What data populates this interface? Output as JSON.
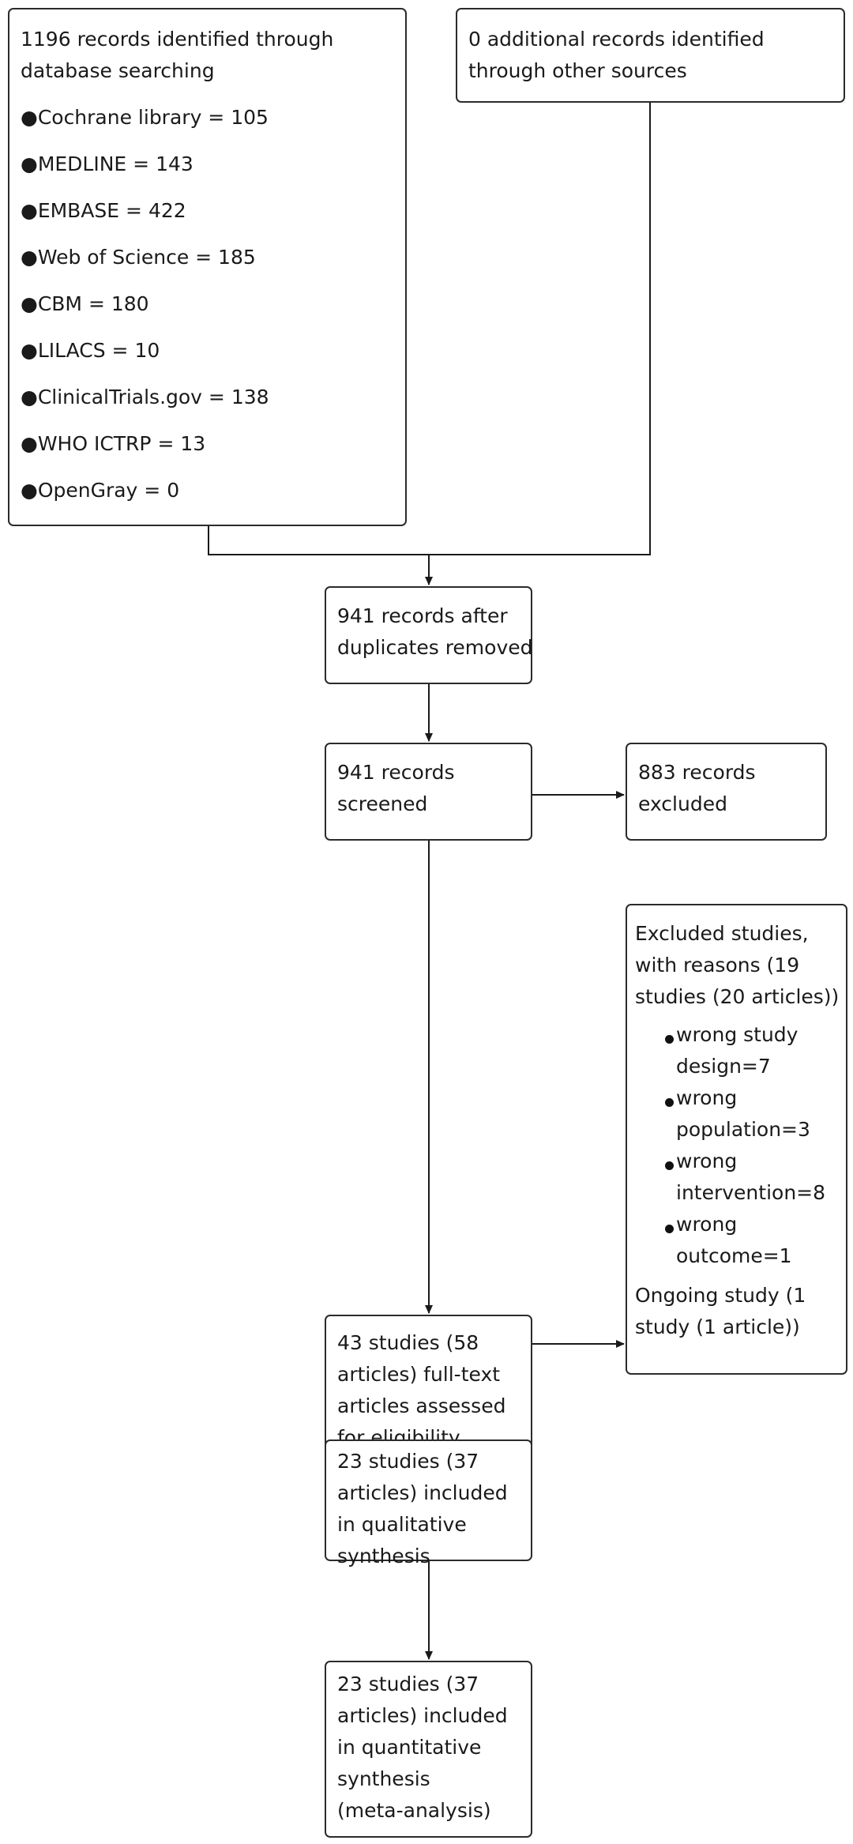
{
  "search_box": {
    "title_lines": [
      "1196 records identified through",
      "database searching"
    ],
    "items": [
      "●Cochrane library = 105",
      "●MEDLINE = 143",
      "●EMBASE = 422",
      "●Web of Science = 185",
      "●CBM = 180",
      "●LILACS = 10",
      "●ClinicalTrials.gov = 138",
      "●WHO ICTRP = 13",
      "●OpenGray = 0"
    ]
  },
  "other_sources": {
    "lines": [
      "0 additional records identified",
      "through other sources"
    ]
  },
  "duplicates_removed": {
    "lines": [
      "941 records after",
      "duplicates removed"
    ]
  },
  "screened": {
    "lines": [
      "941 records",
      "screened"
    ]
  },
  "excluded_records": {
    "lines": [
      "883 records",
      "excluded"
    ]
  },
  "fulltext": {
    "lines": [
      "43 studies (58",
      "articles) full-text",
      "articles assessed",
      "for eligibility"
    ]
  },
  "excluded_studies": {
    "header_lines": [
      "Excluded studies,",
      "with reasons (19",
      "studies (20 articles))"
    ],
    "reasons": [
      [
        "wrong study",
        "design=7"
      ],
      [
        "wrong",
        "population=3"
      ],
      [
        "wrong",
        "intervention=8"
      ],
      [
        "wrong",
        "outcome=1"
      ]
    ],
    "ongoing_lines": [
      "Ongoing study (1",
      "study (1 article))"
    ]
  },
  "qualitative": {
    "lines": [
      "23 studies (37",
      "articles) included",
      "in qualitative",
      "synthesis"
    ]
  },
  "quantitative": {
    "lines": [
      "23 studies (37",
      "articles) included",
      "in quantitative",
      "synthesis",
      "(meta-analysis)"
    ]
  }
}
